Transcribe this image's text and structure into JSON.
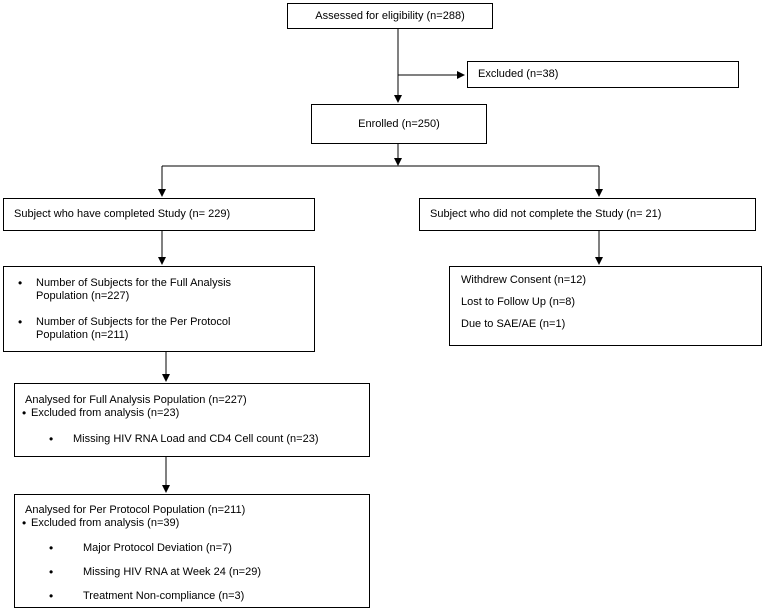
{
  "assessed": "Assessed for eligibility (n=288)",
  "excluded": "Excluded (n=38)",
  "enrolled": "Enrolled (n=250)",
  "completed": "Subject who have completed Study (n= 229)",
  "not_completed": "Subject who did not complete the Study (n= 21)",
  "populations": {
    "items": [
      "Number of Subjects for the Full Analysis Population (n=227)",
      "Number of Subjects for the Per Protocol Population (n=211)"
    ]
  },
  "withdrawals": {
    "items": [
      "Withdrew Consent (n=12)",
      "Lost to Follow Up (n=8)",
      "Due to SAE/AE (n=1)"
    ]
  },
  "full_analysis": {
    "title": "Analysed for Full Analysis Population (n=227)",
    "excluded": "Excluded from analysis (n=23)",
    "reasons": [
      "Missing HIV RNA Load and CD4 Cell count (n=23)"
    ]
  },
  "per_protocol": {
    "title": "Analysed for Per Protocol Population (n=211)",
    "excluded": "Excluded from analysis (n=39)",
    "reasons": [
      "Major Protocol Deviation (n=7)",
      "Missing HIV RNA at Week 24 (n=29)",
      "Treatment Non-compliance (n=3)"
    ]
  }
}
